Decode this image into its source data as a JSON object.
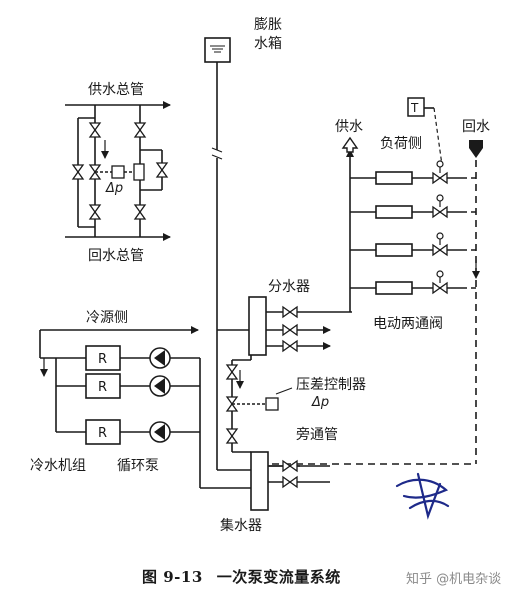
{
  "labels": {
    "expansion_tank_line1": "膨胀",
    "expansion_tank_line2": "水箱",
    "supply_main": "供水总管",
    "return_main": "回水总管",
    "delta_p_inset": "Δp",
    "supply": "供水",
    "load_side": "负荷侧",
    "return": "回水",
    "thermostat": "T",
    "distributor": "分水器",
    "electric_two_way_valve": "电动两通阀",
    "cold_source_side": "冷源侧",
    "chiller_symbol": "R",
    "diff_pressure_controller": "压差控制器",
    "delta_p_main": "Δp",
    "bypass_pipe": "旁通管",
    "chiller_unit": "冷水机组",
    "circulation_pump": "循环泵",
    "collector": "集水器"
  },
  "caption": {
    "figure_number": "图 9-13",
    "title": "一次泵变流量系统"
  },
  "watermark": "知乎 @机电杂谈",
  "colors": {
    "line": "#1a1a1a",
    "background": "#ffffff"
  }
}
